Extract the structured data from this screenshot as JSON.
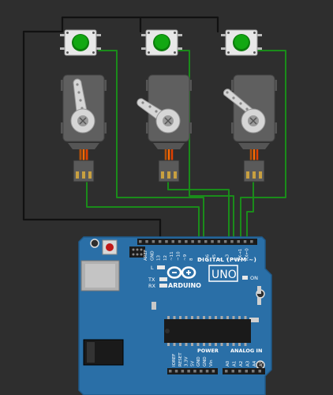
{
  "colors": {
    "background": "#2e2e2e",
    "board": "#2a6fa7",
    "board_edge": "#1f5a8a",
    "wire_green": "#1a8c1a",
    "wire_black": "#111111",
    "button_cap": "#11a411",
    "servo_body": "#5f5f5f",
    "servo_horn": "#d0d0d0"
  },
  "components": {
    "buttons": [
      "button-1",
      "button-2",
      "button-3"
    ],
    "servos": [
      "servo-1",
      "servo-2",
      "servo-3"
    ]
  },
  "arduino": {
    "brand": "ARDUINO",
    "model": "UNO",
    "on_label": "ON",
    "tx_label": "TX",
    "rx_label": "RX",
    "l_label": "L",
    "digital_label": "DIGITAL (PWM ~)",
    "top_header_labels": [
      "AREF",
      "GND",
      "13",
      "12",
      "~11",
      "~10",
      "~9",
      "8",
      "7",
      "~6",
      "~5",
      "4",
      "~3",
      "2",
      "TX→1",
      "RX←0"
    ],
    "power_label": "POWER",
    "analog_label": "ANALOG IN",
    "power_pins": [
      "IOREF",
      "RESET",
      "3.3V",
      "5V",
      "GND",
      "GND",
      "Vin"
    ],
    "analog_pins": [
      "A0",
      "A1",
      "A2",
      "A3",
      "A4",
      "A5"
    ]
  }
}
